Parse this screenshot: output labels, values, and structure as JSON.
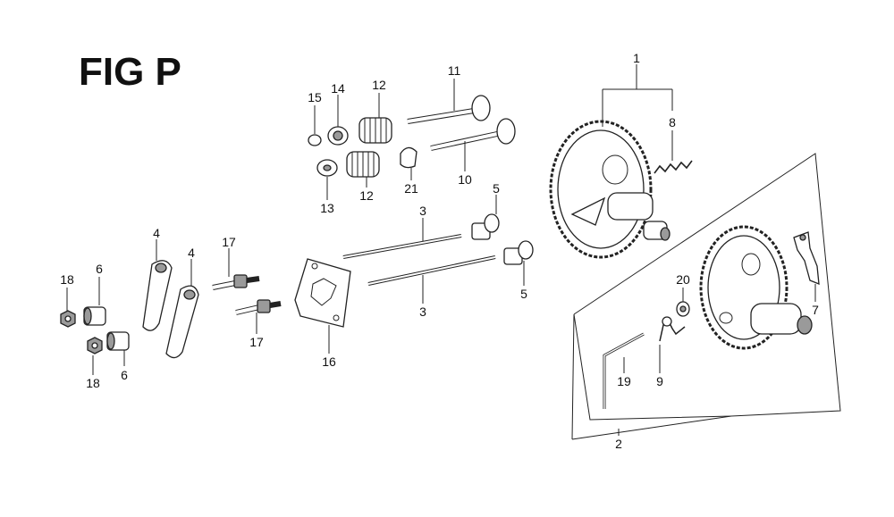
{
  "figure": {
    "title": "FIG P"
  },
  "callouts": [
    {
      "id": "c1",
      "label": "1"
    },
    {
      "id": "c2",
      "label": "2"
    },
    {
      "id": "c3a",
      "label": "3"
    },
    {
      "id": "c3b",
      "label": "3"
    },
    {
      "id": "c4a",
      "label": "4"
    },
    {
      "id": "c4b",
      "label": "4"
    },
    {
      "id": "c5a",
      "label": "5"
    },
    {
      "id": "c5b",
      "label": "5"
    },
    {
      "id": "c6a",
      "label": "6"
    },
    {
      "id": "c6b",
      "label": "6"
    },
    {
      "id": "c7",
      "label": "7"
    },
    {
      "id": "c8",
      "label": "8"
    },
    {
      "id": "c9",
      "label": "9"
    },
    {
      "id": "c10",
      "label": "10"
    },
    {
      "id": "c11",
      "label": "11"
    },
    {
      "id": "c12a",
      "label": "12"
    },
    {
      "id": "c12b",
      "label": "12"
    },
    {
      "id": "c13",
      "label": "13"
    },
    {
      "id": "c14",
      "label": "14"
    },
    {
      "id": "c15",
      "label": "15"
    },
    {
      "id": "c16",
      "label": "16"
    },
    {
      "id": "c17a",
      "label": "17"
    },
    {
      "id": "c17b",
      "label": "17"
    },
    {
      "id": "c18a",
      "label": "18"
    },
    {
      "id": "c18b",
      "label": "18"
    },
    {
      "id": "c19",
      "label": "19"
    },
    {
      "id": "c20",
      "label": "20"
    },
    {
      "id": "c21",
      "label": "21"
    }
  ]
}
